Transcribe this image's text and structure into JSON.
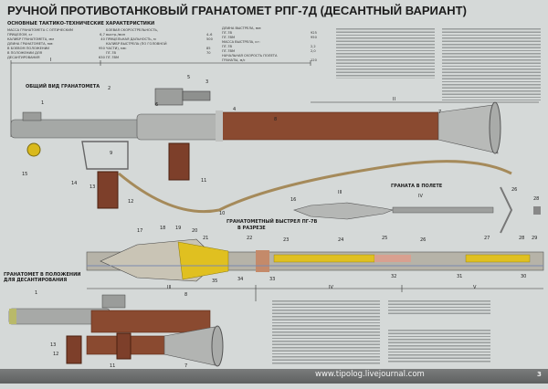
{
  "title": "РУЧНОЙ ПРОТИВОТАНКОВЫЙ ГРАНАТОМЕТ РПГ-7Д (ДЕСАНТНЫЙ ВАРИАНТ)",
  "specs": {
    "heading": "ОСНОВНЫЕ ТАКТИКО-ТЕХНИЧЕСКИЕ ХАРАКТЕРИСТИКИ",
    "col1": [
      "МАССА ГРАНАТОМЕТА С ОПТИЧЕСКИМ",
      "ПРИЦЕЛОМ, кг",
      "КАЛИБР ГРАНАТОМЕТА, мм",
      "ДЛИНА ГРАНАТОМЕТА, мм:",
      "В БОЕВОМ ПОЛОЖЕНИИ",
      "В ПОЛОЖЕНИИ ДЛЯ",
      "ДЕСАНТИРОВАНИЯ"
    ],
    "col1_values": [
      "6,7",
      "40",
      "950",
      "630"
    ],
    "col2": [
      "БОЕВАЯ СКОРОСТРЕЛЬНОСТЬ,",
      "выстр./мин",
      "ПРИЦЕЛЬНАЯ ДАЛЬНОСТЬ, м",
      "КАЛИБР ВЫСТРЕЛА (ПО ГОЛОВНОЙ",
      "ЧАСТИ), мм:",
      "ПГ-7В",
      "ПГ-7ВМ"
    ],
    "col2_values": [
      "4–6",
      "500",
      "85",
      "70"
    ],
    "col3": [
      "ДЛИНА ВЫСТРЕЛА, мм:",
      "ПГ-7В",
      "ПГ-7ВМ",
      "МАССА ВЫСТРЕЛА, кг:",
      "ПГ-7В",
      "ПГ-7ВМ",
      "НАЧАЛЬНАЯ СКОРОСТЬ ПОЛЕТА",
      "ГРАНАТЫ, м/с"
    ],
    "col3_values": [
      "925",
      "950",
      "2,2",
      "2,0",
      "120"
    ]
  },
  "sections": {
    "general_view": "ОБЩИЙ ВИД ГРАНАТОМЕТА",
    "grenade_in_flight": "ГРАНАТА В ПОЛЕТЕ",
    "round_section_1": "ГРАНАТОМЕТНЫЙ ВЫСТРЕЛ ПГ-7В",
    "round_section_2": "В РАЗРЕЗЕ",
    "airborne_position_1": "ГРАНАТОМЕТ В ПОЛОЖЕНИИ",
    "airborne_position_2": "ДЛЯ ДЕСАНТИРОВАНИЯ"
  },
  "dimension_labels": [
    "I",
    "II",
    "III",
    "IV",
    "V"
  ],
  "callouts": {
    "general": [
      "1",
      "2",
      "3",
      "4",
      "5",
      "6",
      "7",
      "8",
      "9",
      "10",
      "11",
      "12",
      "13",
      "14",
      "15"
    ],
    "flight": [
      "16",
      "III",
      "IV",
      "26",
      "28"
    ],
    "section": [
      "17",
      "18",
      "19",
      "20",
      "21",
      "22",
      "23",
      "24",
      "25",
      "26",
      "27",
      "28",
      "29",
      "30",
      "31",
      "32",
      "33",
      "34",
      "35"
    ],
    "airborne": [
      "1",
      "8",
      "11",
      "12",
      "13",
      "7"
    ]
  },
  "footer": {
    "url": "www.tipolog.livejournal.com",
    "page": "3"
  },
  "colors": {
    "background": "#d5d9d8",
    "barrel": "#9a9c9a",
    "wood": "#8a4a30",
    "propellant": "#e0c020",
    "footer": "#6a6c6c"
  }
}
